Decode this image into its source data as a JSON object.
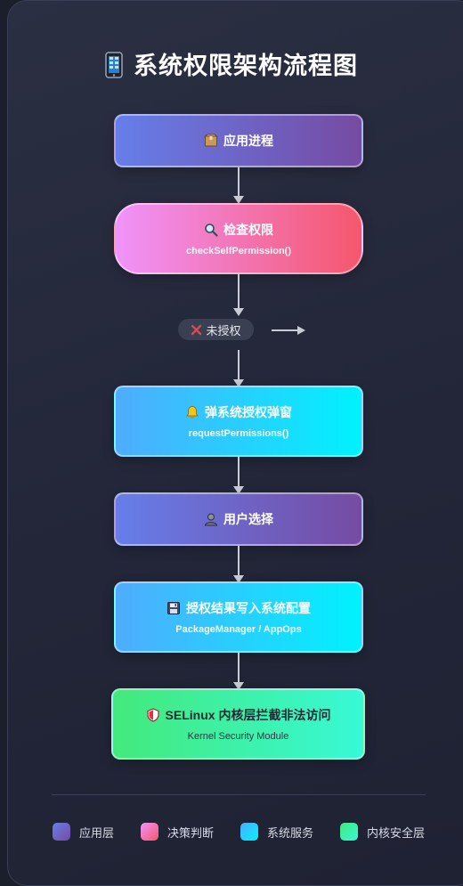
{
  "title": "系统权限架构流程图",
  "nodes": [
    {
      "label": "应用进程",
      "sub": ""
    },
    {
      "label": "检查权限",
      "sub": "checkSelfPermission()"
    },
    {
      "label": "弹系统授权弹窗",
      "sub": "requestPermissions()"
    },
    {
      "label": "用户选择",
      "sub": ""
    },
    {
      "label": "授权结果写入系统配置",
      "sub": "PackageManager / AppOps"
    },
    {
      "label": "SELinux 内核层拦截非法访问",
      "sub": "Kernel Security Module"
    }
  ],
  "branch": {
    "label": "未授权"
  },
  "legend": [
    {
      "label": "应用层",
      "color": "#6b73d8"
    },
    {
      "label": "决策判断",
      "color": "#f37aa9"
    },
    {
      "label": "系统服务",
      "color": "#2ec8fb"
    },
    {
      "label": "内核安全层",
      "color": "#3ee6a6"
    }
  ],
  "colors": {
    "app": "#667eea",
    "decision": "#f5576c",
    "service": "#00f2fe",
    "kernel": "#43e97b"
  }
}
